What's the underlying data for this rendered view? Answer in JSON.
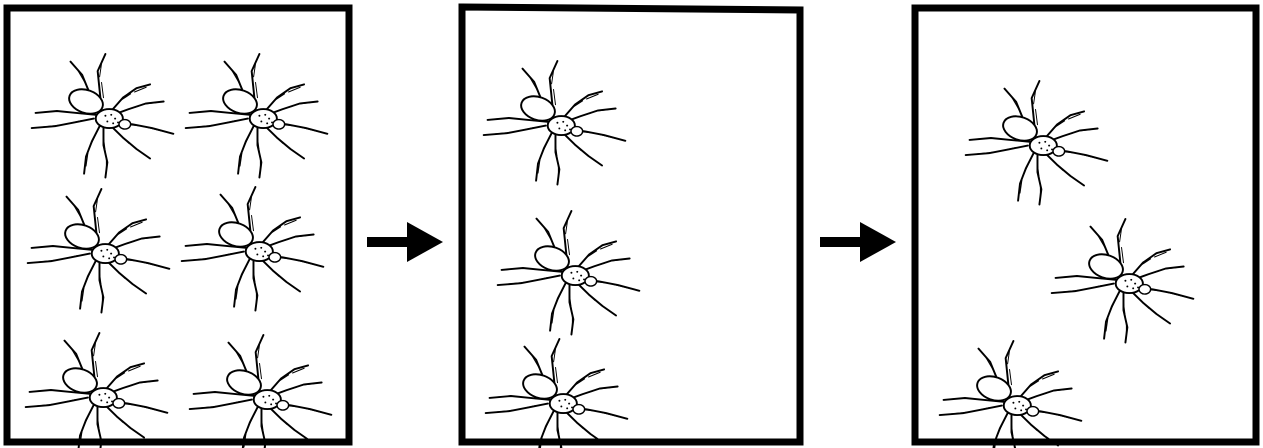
{
  "panels": [
    {
      "id": "panel-1",
      "spider_count": 6
    },
    {
      "id": "panel-2",
      "spider_count": 3
    },
    {
      "id": "panel-3",
      "spider_count": 3
    }
  ],
  "arrows": [
    {
      "from": "panel-1",
      "to": "panel-2",
      "icon": "right-arrow-icon"
    },
    {
      "from": "panel-2",
      "to": "panel-3",
      "icon": "right-arrow-icon"
    }
  ],
  "icon": "spider-icon",
  "colors": {
    "stroke": "#000000",
    "background": "#ffffff"
  }
}
